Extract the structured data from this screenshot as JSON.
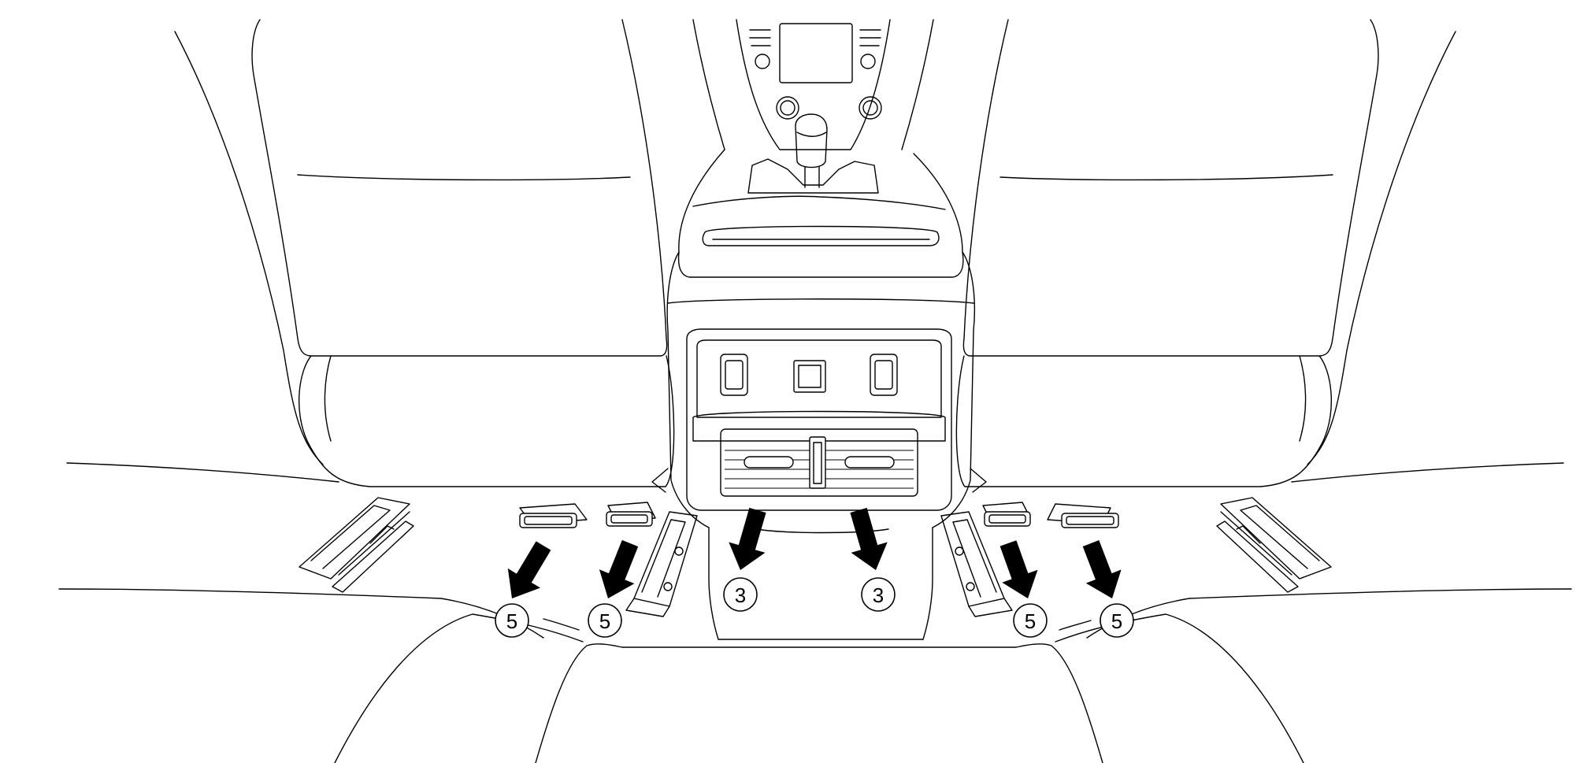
{
  "callouts": {
    "c1": "5",
    "c2": "5",
    "c3": "3",
    "c4": "3",
    "c5": "5",
    "c6": "5"
  },
  "colors": {
    "line": "#000000",
    "background": "#ffffff",
    "arrow": "#000000"
  }
}
